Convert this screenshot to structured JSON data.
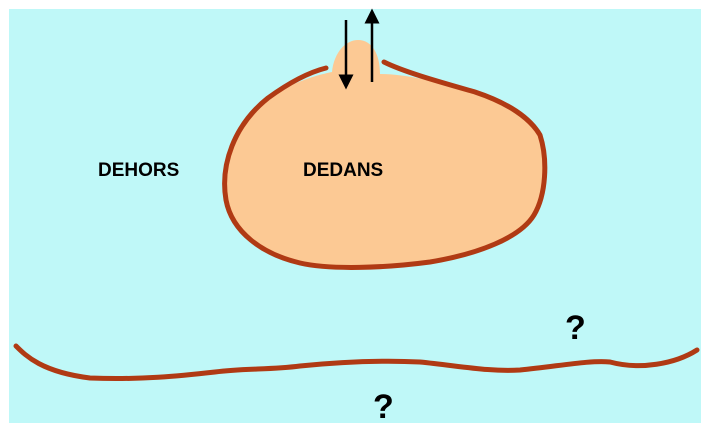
{
  "diagram": {
    "labels": {
      "outside": "DEHORS",
      "inside": "DEDANS",
      "question_upper": "?",
      "question_lower": "?"
    },
    "colors": {
      "background": "#bff8f8",
      "page_margin": "#ffffff",
      "cell_fill": "#fcc994",
      "membrane_stroke": "#b03a14",
      "arrow": "#000000"
    },
    "arrows": [
      {
        "direction": "inward"
      },
      {
        "direction": "outward"
      }
    ]
  }
}
